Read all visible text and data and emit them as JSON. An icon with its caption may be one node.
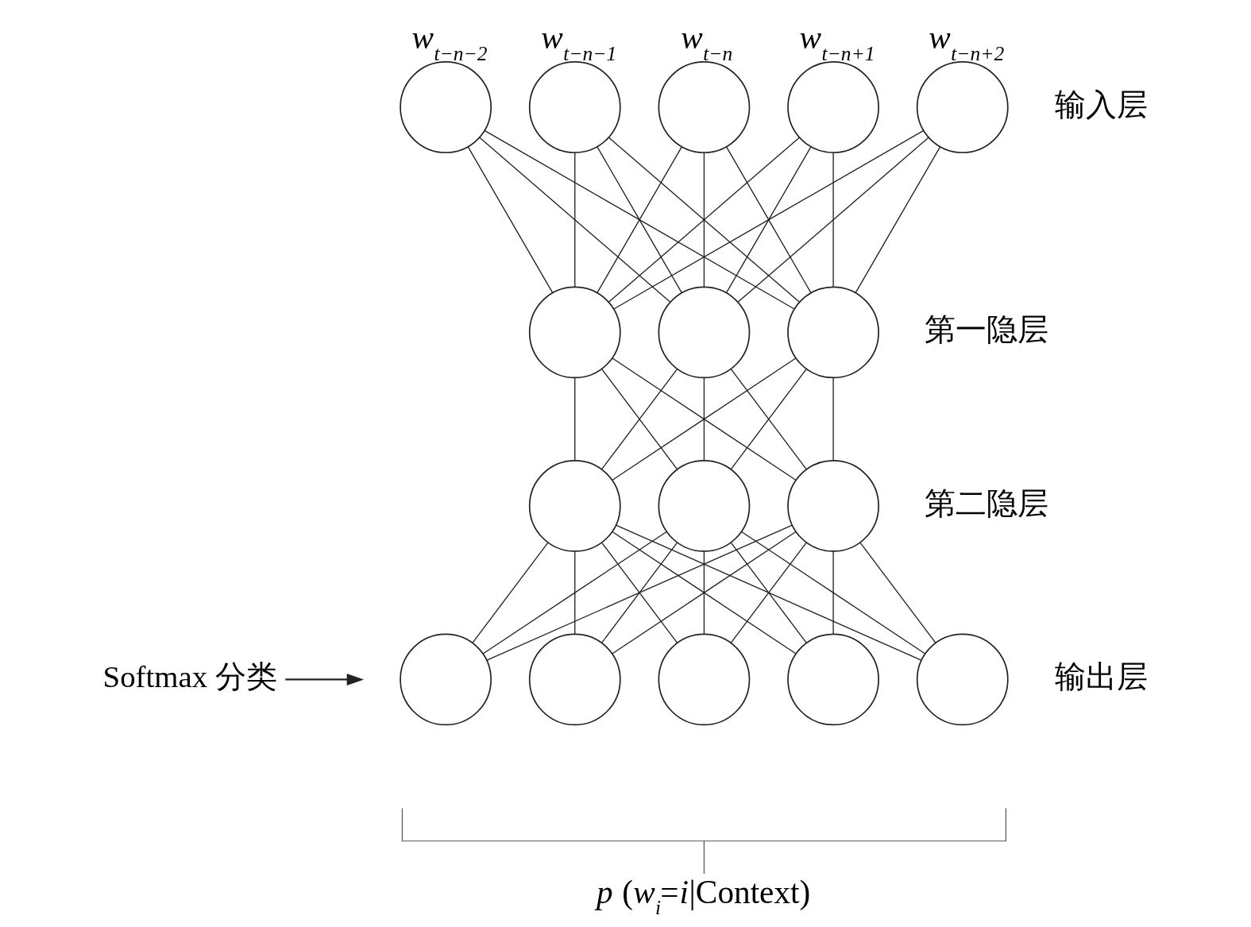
{
  "diagram": {
    "nodes": [
      {
        "text": [],
        "shape": "circle",
        "beside": [
          "w$_{t−n−2}$"
        ]
      },
      {
        "text": [],
        "shape": "circle",
        "beside": [
          "w$_{t−n−1}$"
        ]
      },
      {
        "text": [],
        "shape": "circle",
        "beside": [
          "w$_{t−n}$"
        ]
      },
      {
        "text": [],
        "shape": "circle",
        "beside": [
          "w$_{t−n+1}$"
        ]
      },
      {
        "text": [],
        "shape": "circle",
        "beside": [
          "w$_{t−n+2}$"
        ]
      },
      {
        "text": [],
        "shape": "circle"
      },
      {
        "text": [],
        "shape": "circle"
      },
      {
        "text": [],
        "shape": "circle"
      },
      {
        "text": [],
        "shape": "circle"
      },
      {
        "text": [],
        "shape": "circle"
      },
      {
        "text": [],
        "shape": "circle"
      },
      {
        "text": [],
        "shape": "circle"
      },
      {
        "text": [],
        "shape": "circle"
      },
      {
        "text": [],
        "shape": "circle"
      },
      {
        "text": [],
        "shape": "circle"
      },
      {
        "text": [],
        "shape": "circle"
      },
      {
        "text": [
          "Softmax 分类"
        ]
      }
    ],
    "edges": [
      {
        "from": 0,
        "to": 5,
        "arrow": "none"
      },
      {
        "from": 0,
        "to": 6,
        "arrow": "none"
      },
      {
        "from": 0,
        "to": 7,
        "arrow": "none"
      },
      {
        "from": 1,
        "to": 5,
        "arrow": "none"
      },
      {
        "from": 1,
        "to": 6,
        "arrow": "none"
      },
      {
        "from": 1,
        "to": 7,
        "arrow": "none"
      },
      {
        "from": 2,
        "to": 5,
        "arrow": "none"
      },
      {
        "from": 2,
        "to": 6,
        "arrow": "none"
      },
      {
        "from": 2,
        "to": 7,
        "arrow": "none"
      },
      {
        "from": 3,
        "to": 5,
        "arrow": "none"
      },
      {
        "from": 3,
        "to": 6,
        "arrow": "none"
      },
      {
        "from": 3,
        "to": 7,
        "arrow": "none"
      },
      {
        "from": 4,
        "to": 5,
        "arrow": "none"
      },
      {
        "from": 4,
        "to": 6,
        "arrow": "none"
      },
      {
        "from": 4,
        "to": 7,
        "arrow": "none"
      },
      {
        "from": 5,
        "to": 8,
        "arrow": "none"
      },
      {
        "from": 5,
        "to": 9,
        "arrow": "none"
      },
      {
        "from": 5,
        "to": 10,
        "arrow": "none"
      },
      {
        "from": 6,
        "to": 8,
        "arrow": "none"
      },
      {
        "from": 6,
        "to": 9,
        "arrow": "none"
      },
      {
        "from": 6,
        "to": 10,
        "arrow": "none"
      },
      {
        "from": 7,
        "to": 8,
        "arrow": "none"
      },
      {
        "from": 7,
        "to": 9,
        "arrow": "none"
      },
      {
        "from": 7,
        "to": 10,
        "arrow": "none"
      },
      {
        "from": 8,
        "to": 11,
        "arrow": "none"
      },
      {
        "from": 8,
        "to": 12,
        "arrow": "none"
      },
      {
        "from": 8,
        "to": 13,
        "arrow": "none"
      },
      {
        "from": 8,
        "to": 14,
        "arrow": "none"
      },
      {
        "from": 8,
        "to": 15,
        "arrow": "none"
      },
      {
        "from": 9,
        "to": 11,
        "arrow": "none"
      },
      {
        "from": 9,
        "to": 12,
        "arrow": "none"
      },
      {
        "from": 9,
        "to": 13,
        "arrow": "none"
      },
      {
        "from": 9,
        "to": 14,
        "arrow": "none"
      },
      {
        "from": 9,
        "to": 15,
        "arrow": "none"
      },
      {
        "from": 10,
        "to": 11,
        "arrow": "none"
      },
      {
        "from": 10,
        "to": 12,
        "arrow": "none"
      },
      {
        "from": 10,
        "to": 13,
        "arrow": "none"
      },
      {
        "from": 10,
        "to": 14,
        "arrow": "none"
      },
      {
        "from": 10,
        "to": 15,
        "arrow": "none"
      },
      {
        "from": 16,
        "to": null,
        "arrow": "to"
      }
    ],
    "labels": [
      "输入层",
      "第一隐层",
      "第二隐层",
      "输出层",
      "*p* (*w*$_{i}$=*i*|Context)"
    ]
  }
}
